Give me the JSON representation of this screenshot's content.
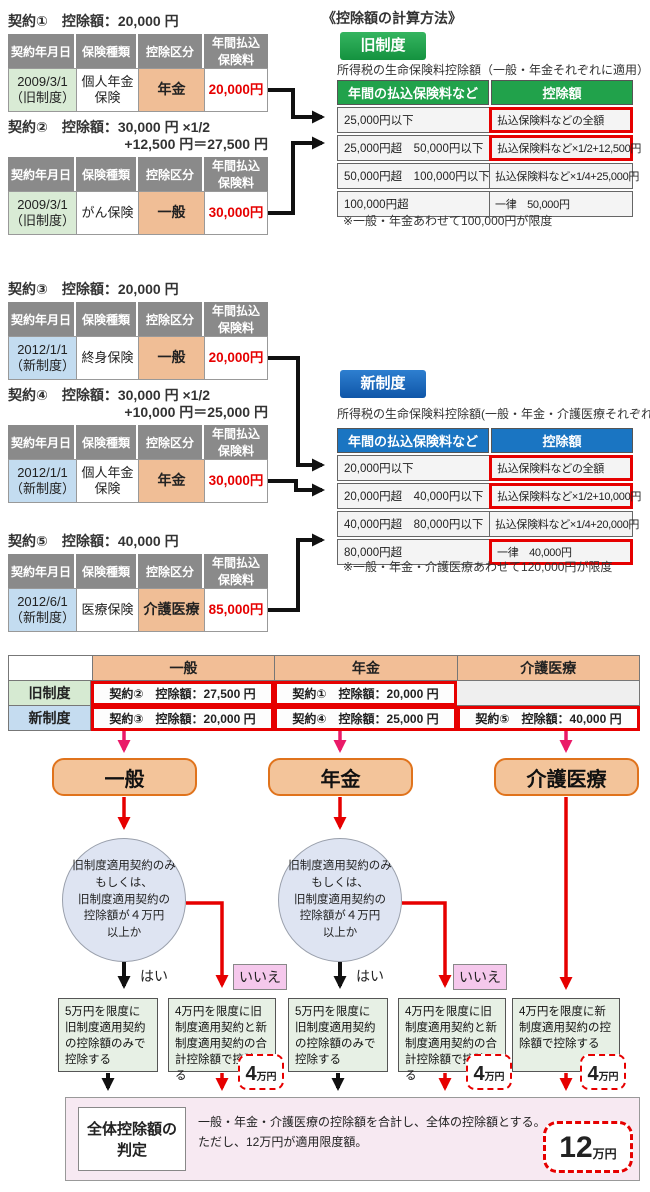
{
  "title": "《控除額の計算方法》",
  "table_headers": {
    "date": "契約年月日",
    "type": "保険種類",
    "category": "控除区分",
    "premium": "年間払込\n保険料"
  },
  "contracts": [
    {
      "label": "契約①　控除額：20,000 円",
      "label2": "",
      "date": "2009/3/1\n（旧制度）",
      "type": "個人年金保険",
      "category": "年金",
      "premium": "20,000円"
    },
    {
      "label": "契約②　控除額：30,000 円 ×1/2",
      "label2": "+12,500 円＝27,500 円",
      "date": "2009/3/1\n（旧制度）",
      "type": "がん保険",
      "category": "一般",
      "premium": "30,000円"
    },
    {
      "label": "契約③　控除額：20,000 円",
      "label2": "",
      "date": "2012/1/1\n（新制度）",
      "type": "終身保険",
      "category": "一般",
      "premium": "20,000円"
    },
    {
      "label": "契約④　控除額：30,000 円 ×1/2",
      "label2": "+10,000 円＝25,000 円",
      "date": "2012/1/1\n（新制度）",
      "type": "個人年金保険",
      "category": "年金",
      "premium": "30,000円"
    },
    {
      "label": "契約⑤　控除額：40,000 円",
      "label2": "",
      "date": "2012/6/1\n（新制度）",
      "type": "医療保険",
      "category": "介護医療",
      "premium": "85,000円"
    }
  ],
  "old_system": {
    "badge": "旧制度",
    "caption": "所得税の生命保険料控除額（一般・年金それぞれに適用）",
    "col_range": "年間の払込保険料など",
    "col_deduction": "控除額",
    "rows": [
      {
        "range": "25,000円以下",
        "deduction": "払込保険料などの全額"
      },
      {
        "range": "25,000円超　50,000円以下",
        "deduction": "払込保険料など×1/2+12,500円"
      },
      {
        "range": "50,000円超　100,000円以下",
        "deduction": "払込保険料など×1/4+25,000円"
      },
      {
        "range": "100,000円超",
        "deduction": "一律　50,000円"
      }
    ],
    "note": "※一般・年金あわせて100,000円が限度"
  },
  "new_system": {
    "badge": "新制度",
    "caption": "所得税の生命保険料控除額(一般・年金・介護医療それぞれに適用)",
    "col_range": "年間の払込保険料など",
    "col_deduction": "控除額",
    "rows": [
      {
        "range": "20,000円以下",
        "deduction": "払込保険料などの全額"
      },
      {
        "range": "20,000円超　40,000円以下",
        "deduction": "払込保険料など×1/2+10,000円"
      },
      {
        "range": "40,000円超　80,000円以下",
        "deduction": "払込保険料など×1/4+20,000円"
      },
      {
        "range": "80,000円超",
        "deduction": "一律　40,000円"
      }
    ],
    "note": "※一般・年金・介護医療あわせて120,000円が限度"
  },
  "summary": {
    "col_general": "一般",
    "col_pension": "年金",
    "col_care": "介護医療",
    "row_old_label": "旧制度",
    "row_new_label": "新制度",
    "old_general": "契約②　控除額：27,500 円",
    "old_pension": "契約①　控除額：20,000 円",
    "old_care": "",
    "new_general": "契約③　控除額：20,000 円",
    "new_pension": "契約④　控除額：25,000 円",
    "new_care": "契約⑤　控除額：40,000 円"
  },
  "flow": {
    "branch_general": "一般",
    "branch_pension": "年金",
    "branch_care": "介護医療",
    "decision": "旧制度適用契約のみ\nもしくは、\n旧制度適用契約の\n控除額が４万円\n以上か",
    "yes": "はい",
    "no": "いいえ",
    "outcome_old_only": "5万円を限度に旧制度適用契約の控除額のみで控除する",
    "outcome_combined": "4万円を限度に旧制度適用契約と新制度適用契約の合計控除額で控除する",
    "outcome_new_only": "4万円を限度に新制度適用契約の控除額で控除する",
    "limit4_num": "4",
    "limit4_unit": "万円"
  },
  "final": {
    "label": "全体控除額の\n判定",
    "desc": "一般・年金・介護医療の控除額を合計し、全体の控除額とする。\nただし、12万円が適用限度額。",
    "limit_num": "12",
    "limit_unit": "万円"
  },
  "colors": {
    "old_accent": "#1ba149",
    "new_accent": "#1465b8",
    "highlight_red": "#e60000",
    "arrow_pink": "#ea1a68",
    "category_orange": "#f0be96"
  }
}
